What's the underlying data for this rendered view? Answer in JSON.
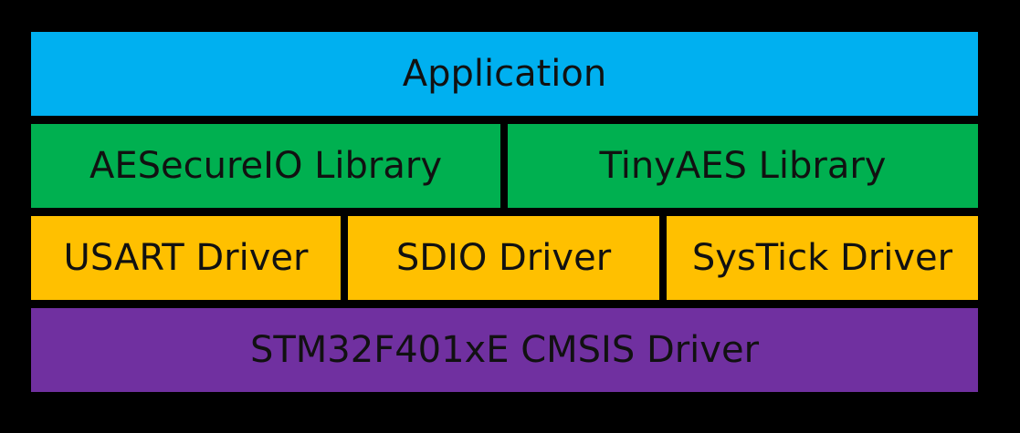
{
  "diagram": {
    "background": "#000000",
    "layers": {
      "application": {
        "label": "Application",
        "color": "#00b0f0"
      },
      "libraries": [
        {
          "label": "AESecureIO Library",
          "color": "#00b050"
        },
        {
          "label": "TinyAES Library",
          "color": "#00b050"
        }
      ],
      "drivers": [
        {
          "label": "USART Driver",
          "color": "#ffc000"
        },
        {
          "label": "SDIO Driver",
          "color": "#ffc000"
        },
        {
          "label": "SysTick Driver",
          "color": "#ffc000"
        }
      ],
      "cmsis": {
        "label": "STM32F401xE CMSIS Driver",
        "color": "#7030a0"
      }
    }
  }
}
